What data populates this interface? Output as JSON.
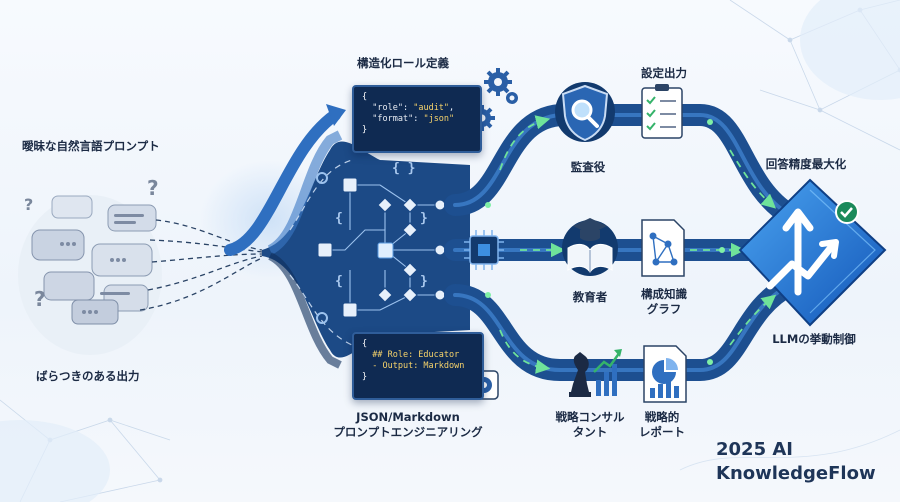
{
  "labels": {
    "ambiguous_prompt": "曖昧な自然言語プロンプト",
    "inconsistent_output": "ばらつきのある出力",
    "structured_role": "構造化ロール定義",
    "json_markdown_line1": "JSON/Markdown",
    "json_markdown_line2": "プロンプトエンジニアリング",
    "audit_role": "監査役",
    "config_output": "設定出力",
    "educator": "教育者",
    "knowledge_graph_line1": "構成知識",
    "knowledge_graph_line2": "グラフ",
    "strategy_consultant_line1": "戦略コンサル",
    "strategy_consultant_line2": "タント",
    "strategy_report_line1": "戦略的",
    "strategy_report_line2": "レポート",
    "answer_accuracy": "回答精度最大化",
    "llm_behavior": "LLMの挙動制御"
  },
  "code_top": {
    "open": "{",
    "role_key": "\"role\"",
    "role_val": "\"audit\"",
    "format_key": "\"format\"",
    "format_val": "\"json\"",
    "close": "}"
  },
  "code_bottom": {
    "open": "{",
    "line1": "## Role: Educator",
    "line2": "- Output: Markdown",
    "close": "}"
  },
  "brand": {
    "line1": "2025 AI",
    "line2": "KnowledgeFlow"
  },
  "colors": {
    "navy": "#123a6e",
    "blue": "#1e5fae",
    "light_blue": "#3d8fe0",
    "green_dot": "#4fd27a",
    "text": "#1b2a44"
  },
  "icons": [
    "speech-bubble-icon",
    "question-mark-icon",
    "gear-icon",
    "shield-magnifier-icon",
    "checklist-icon",
    "graduation-book-icon",
    "network-graph-icon",
    "chess-chart-icon",
    "report-icon",
    "cpu-chip-icon",
    "checkmark-icon",
    "arrow-up-icon"
  ]
}
